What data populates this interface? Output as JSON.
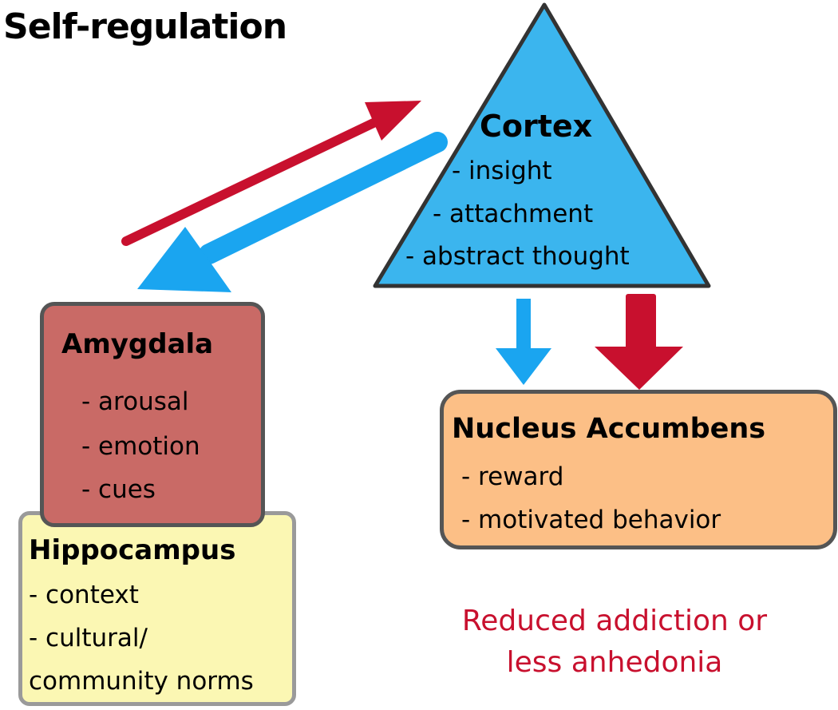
{
  "title": "Self-regulation",
  "cortex": {
    "label": "Cortex",
    "items": [
      "- insight",
      "- attachment",
      "- abstract thought"
    ]
  },
  "amygdala": {
    "label": "Amygdala",
    "items": [
      "- arousal",
      "- emotion",
      "- cues"
    ]
  },
  "hippocampus": {
    "label": "Hippocampus",
    "items": [
      "- context",
      "- cultural/",
      "community norms"
    ]
  },
  "nucleus_accumbens": {
    "label": "Nucleus Accumbens",
    "items": [
      "- reward",
      "- motivated behavior"
    ]
  },
  "outcome": {
    "line1": "Reduced addiction or",
    "line2": "less anhedonia"
  },
  "colors": {
    "cortex_fill": "#3bb5ee",
    "amygdala_fill": "#c96a66",
    "hippocampus_fill": "#fbf7b3",
    "nucleus_fill": "#fcbf86",
    "red_arrow": "#c8102e",
    "blue_arrow": "#1aa5f0",
    "outcome_text": "#c8102e"
  }
}
